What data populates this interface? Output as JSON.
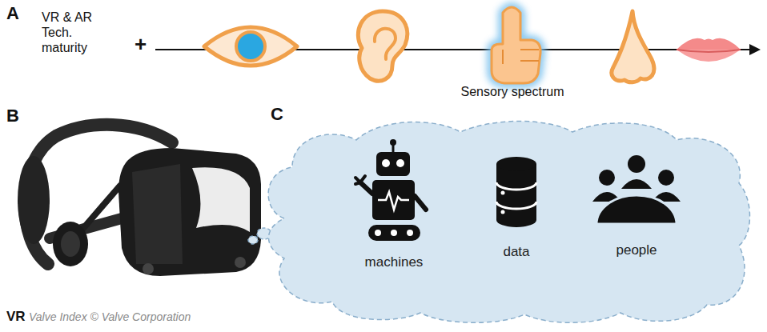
{
  "diagram": {
    "nodes": [
      {
        "text": [
          "machines",
          "data",
          "people"
        ]
      }
    ],
    "labels": [
      "A",
      "VR & AR Tech. maturity",
      "+",
      "Sensory spectrum",
      "B",
      "C",
      "VR",
      "Valve Index © Valve Corporation"
    ]
  }
}
